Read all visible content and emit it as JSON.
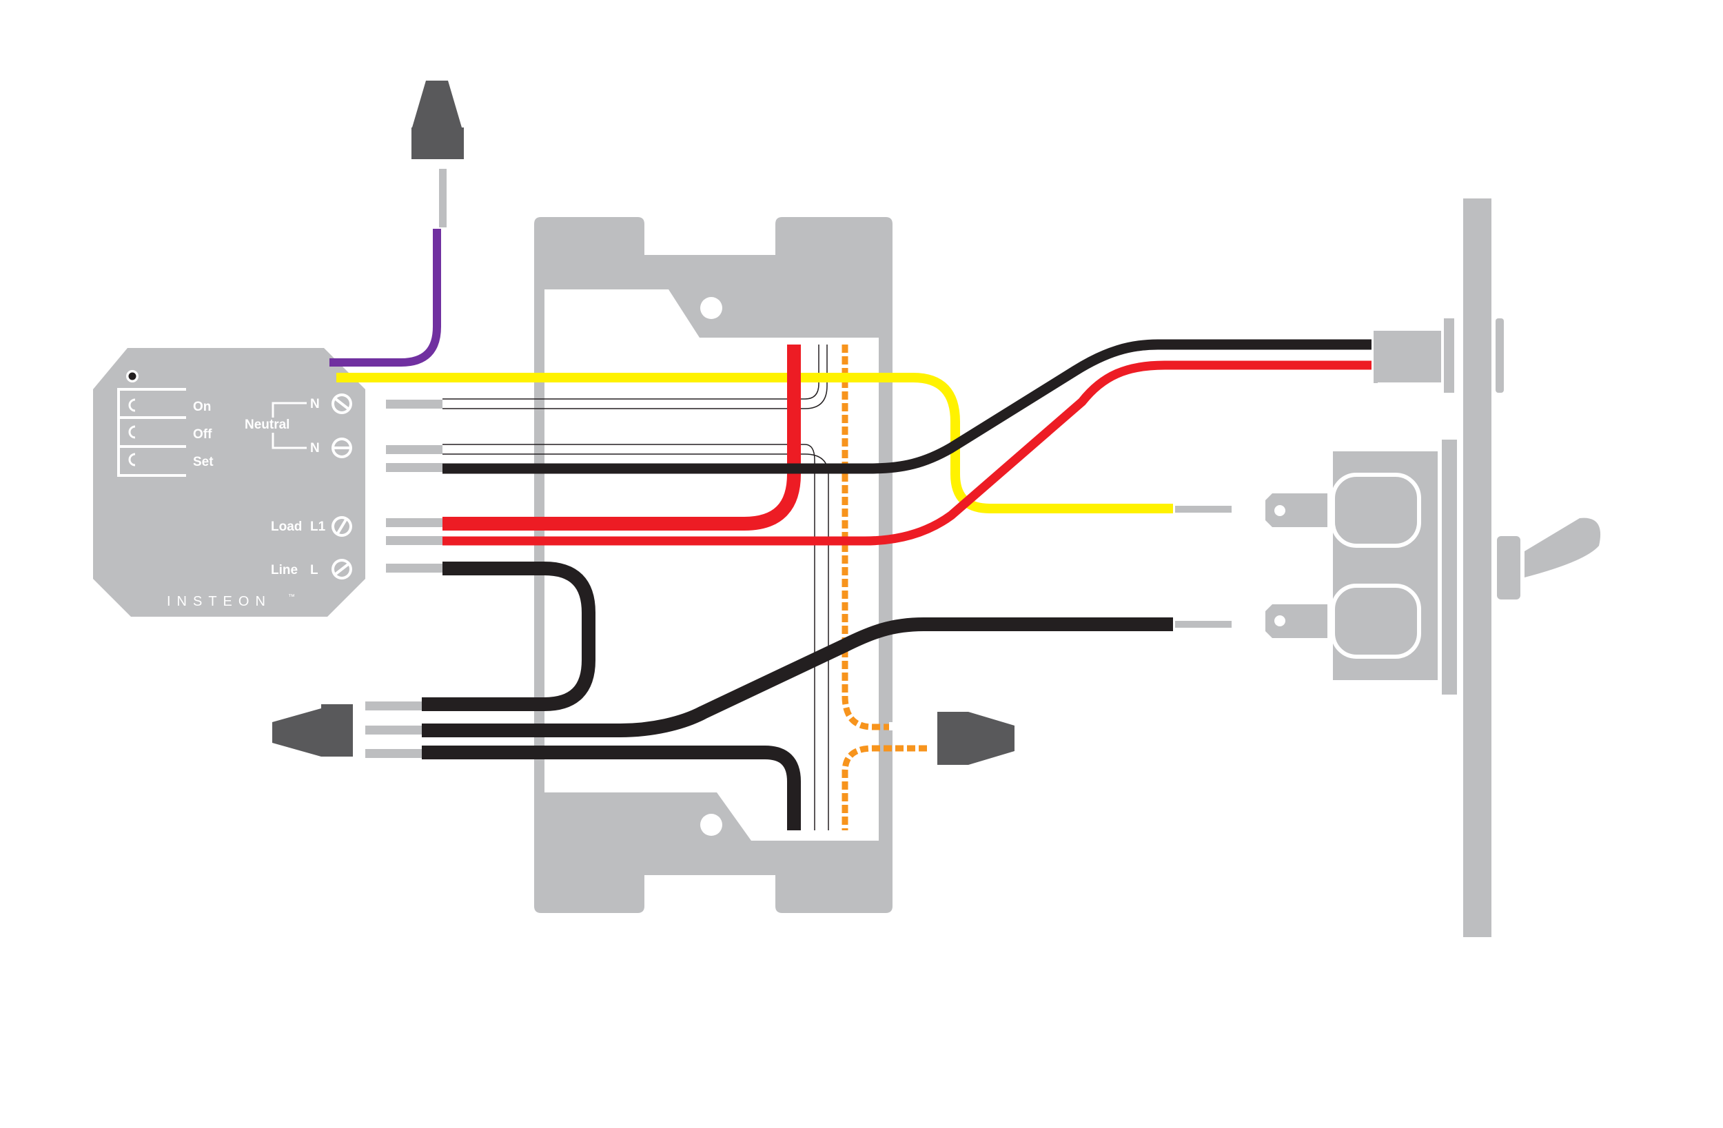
{
  "module": {
    "brand": "INSTEON",
    "brand_mark": "™",
    "buttons": [
      {
        "label": "On"
      },
      {
        "label": "Off"
      },
      {
        "label": "Set"
      }
    ],
    "neutral_label": "Neutral",
    "terminals": [
      {
        "label": "N"
      },
      {
        "label": "N"
      },
      {
        "label": "Load",
        "code": "L1"
      },
      {
        "label": "Line",
        "code": "L"
      }
    ]
  },
  "colors": {
    "gray": "#bdbec0",
    "dark_gray": "#59595b",
    "black_wire": "#231f20",
    "red_wire": "#ed1c24",
    "yellow_wire": "#fff200",
    "purple_wire": "#7030a0",
    "ground_wire": "#f7941d"
  }
}
